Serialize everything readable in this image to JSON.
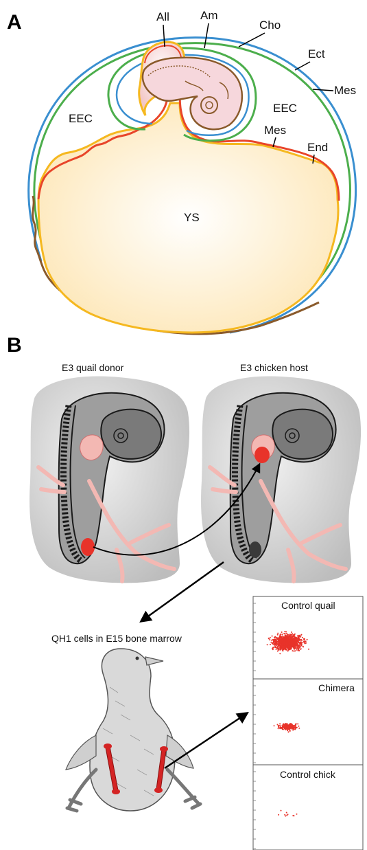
{
  "panel_a": {
    "letter": "A",
    "labels": {
      "all": "All",
      "am": "Am",
      "cho": "Cho",
      "ect": "Ect",
      "mes_right": "Mes",
      "eec_left": "EEC",
      "eec_right": "EEC",
      "mes_inner": "Mes",
      "end": "End",
      "ys": "YS"
    },
    "colors": {
      "ectoderm": "#3a8fd0",
      "chorion_mesoderm": "#4cae4c",
      "endoderm": "#e8452a",
      "yolk_layer": "#f5b820",
      "yolk_fill": "#fdecc4",
      "yolk_outer": "#8a5a2b",
      "allantois": "#f2c6c6",
      "embryo": "#f6d7dc"
    }
  },
  "panel_b": {
    "letter": "B",
    "donor_label": "E3 quail donor",
    "host_label": "E3 chicken host",
    "bone_marrow_label": "QH1 cells in E15 bone marrow",
    "facs_panels": [
      {
        "label": "Control quail",
        "density": "high"
      },
      {
        "label": "Chimera",
        "density": "medium"
      },
      {
        "label": "Control chick",
        "density": "low"
      }
    ],
    "colors": {
      "graft_red": "#e8332a",
      "vessel_pink": "#f3b8b3",
      "bone_red": "#d42424"
    }
  }
}
